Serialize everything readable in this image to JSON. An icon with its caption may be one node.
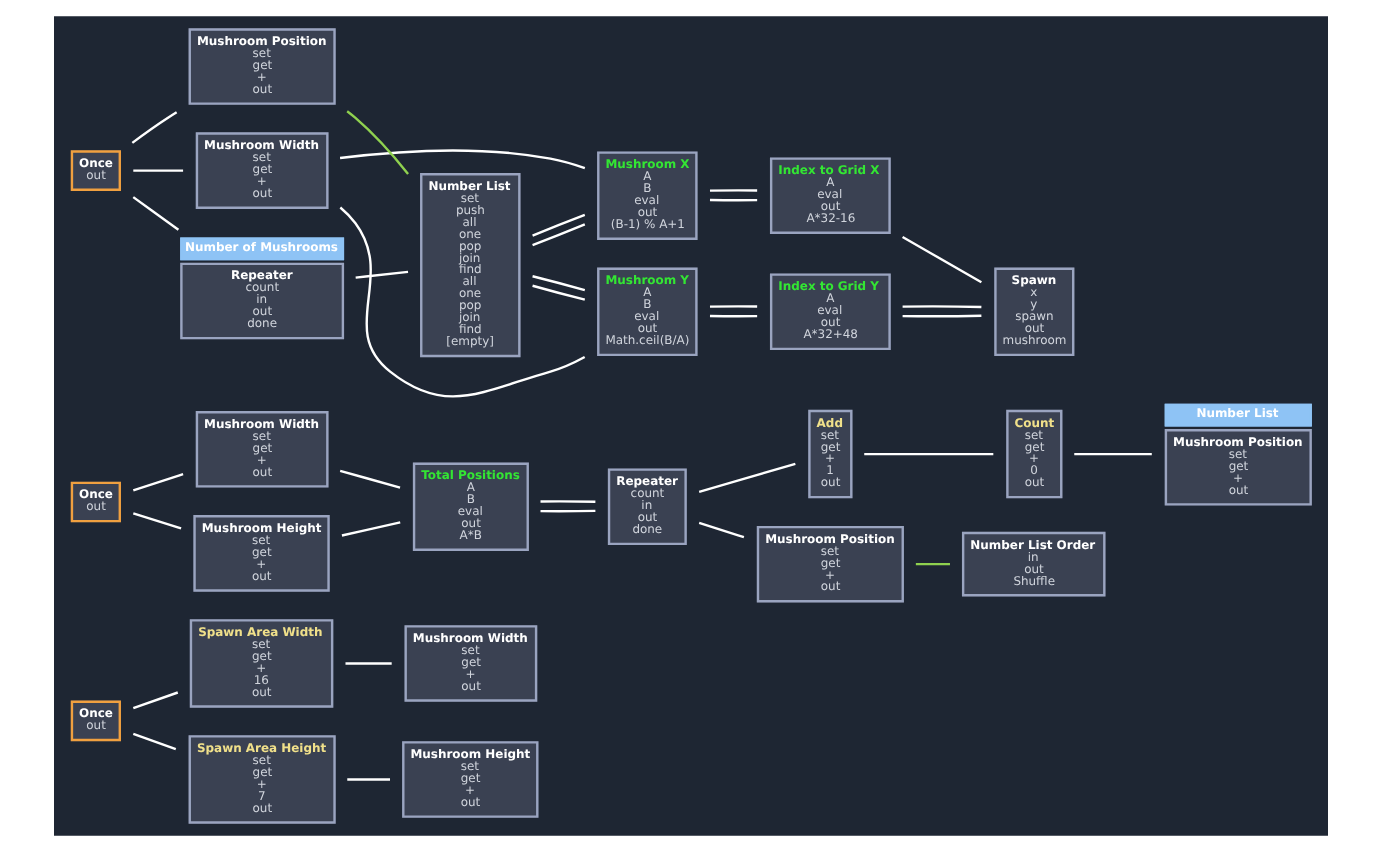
{
  "diagram": {
    "nodes": [
      {
        "text": [
          "Once",
          "out"
        ]
      },
      {
        "text": [
          "Spawn Area Width",
          "set",
          "get",
          "+",
          "16",
          "out"
        ]
      },
      {
        "text": [
          "Mushroom Width",
          "set",
          "get",
          "+",
          "out"
        ]
      },
      {
        "text": [
          "Spawn Area Height",
          "set",
          "get",
          "+",
          "7",
          "out"
        ]
      },
      {
        "text": [
          "Mushroom Height",
          "set",
          "get",
          "+",
          "out"
        ]
      },
      {
        "text": [
          "Once",
          "out"
        ]
      },
      {
        "text": [
          "Mushroom Width",
          "set",
          "get",
          "+",
          "out"
        ]
      },
      {
        "text": [
          "Total Positions",
          "A",
          "B",
          "eval",
          "out",
          "A*B"
        ]
      },
      {
        "text": [
          "Mushroom Height",
          "set",
          "get",
          "+",
          "out"
        ]
      },
      {
        "text": [
          "Repeater",
          "count",
          "in",
          "out",
          "done"
        ]
      },
      {
        "text": [
          "Add",
          "set",
          "get",
          "+",
          "1",
          "out"
        ]
      },
      {
        "text": [
          "Count",
          "set",
          "get",
          "+",
          "0",
          "out"
        ]
      },
      {
        "text": [
          "Mushroom Position",
          "set",
          "get",
          "+",
          "out"
        ],
        "beside": [
          "Number List"
        ]
      },
      {
        "text": [
          "Mushroom Position",
          "set",
          "get",
          "+",
          "out"
        ]
      },
      {
        "text": [
          "Number List Order",
          "in",
          "out",
          "Shuffle"
        ]
      },
      {
        "text": [
          "Once",
          "out"
        ]
      },
      {
        "text": [
          "Mushroom Width",
          "set",
          "get",
          "+",
          "out"
        ]
      },
      {
        "text": [
          "Mushroom Position",
          "set",
          "get",
          "+",
          "out"
        ]
      },
      {
        "text": [
          "Number List",
          "set",
          "push",
          "all",
          "one",
          "pop",
          "join",
          "find",
          "all",
          "one",
          "pop",
          "join",
          "find",
          "[empty]"
        ]
      },
      {
        "text": [
          "Repeater",
          "count",
          "in",
          "out",
          "done"
        ],
        "beside": [
          "Number of Mushrooms"
        ]
      },
      {
        "text": [
          "Mushroom X",
          "A",
          "B",
          "eval",
          "out",
          "(B-1) % A+1"
        ]
      },
      {
        "text": [
          "Mushroom Y",
          "A",
          "B",
          "eval",
          "out",
          "Math.ceil(B/A)"
        ]
      },
      {
        "text": [
          "Index to Grid X",
          "A",
          "eval",
          "out",
          "A*32-16"
        ]
      },
      {
        "text": [
          "Index to Grid Y",
          "A",
          "eval",
          "out",
          "A*32+48"
        ]
      },
      {
        "text": [
          "Spawn",
          "x",
          "y",
          "spawn",
          "out",
          "mushroom"
        ]
      }
    ],
    "edges": [
      {
        "from": 0,
        "to": 1,
        "arrow": "none"
      },
      {
        "from": 0,
        "to": 3,
        "arrow": "none"
      },
      {
        "from": 1,
        "to": 2,
        "arrow": "none"
      },
      {
        "from": 3,
        "to": 4,
        "arrow": "none"
      },
      {
        "from": 5,
        "to": 6,
        "arrow": "none"
      },
      {
        "from": 5,
        "to": 8,
        "arrow": "none"
      },
      {
        "from": 6,
        "to": 7,
        "arrow": "none"
      },
      {
        "from": 8,
        "to": 7,
        "arrow": "none"
      },
      {
        "from": 7,
        "to": 9,
        "arrow": "none"
      },
      {
        "from": 7,
        "to": 9,
        "arrow": "none"
      },
      {
        "from": 9,
        "to": 10,
        "arrow": "none"
      },
      {
        "from": 9,
        "to": 13,
        "arrow": "none"
      },
      {
        "from": 10,
        "to": 11,
        "arrow": "none"
      },
      {
        "from": 11,
        "to": 12,
        "arrow": "none"
      },
      {
        "from": 13,
        "to": 14,
        "arrow": "none",
        "color": "#8fd14f"
      },
      {
        "from": 15,
        "to": 16,
        "arrow": "none"
      },
      {
        "from": 15,
        "to": 17,
        "arrow": "none"
      },
      {
        "from": 15,
        "to": 19,
        "arrow": "none"
      },
      {
        "from": 17,
        "to": 18,
        "arrow": "none",
        "color": "#8fd14f"
      },
      {
        "from": 19,
        "to": 18,
        "arrow": "none"
      },
      {
        "from": 16,
        "to": 20,
        "arrow": "none"
      },
      {
        "from": 16,
        "to": 21,
        "arrow": "none"
      },
      {
        "from": 18,
        "to": 20,
        "arrow": "none"
      },
      {
        "from": 18,
        "to": 20,
        "arrow": "none"
      },
      {
        "from": 18,
        "to": 21,
        "arrow": "none"
      },
      {
        "from": 18,
        "to": 21,
        "arrow": "none"
      },
      {
        "from": 20,
        "to": 22,
        "arrow": "none"
      },
      {
        "from": 20,
        "to": 22,
        "arrow": "none"
      },
      {
        "from": 21,
        "to": 23,
        "arrow": "none"
      },
      {
        "from": 21,
        "to": 23,
        "arrow": "none"
      },
      {
        "from": 22,
        "to": 24,
        "arrow": "none"
      },
      {
        "from": 23,
        "to": 24,
        "arrow": "none"
      },
      {
        "from": 23,
        "to": 24,
        "arrow": "none"
      }
    ]
  }
}
